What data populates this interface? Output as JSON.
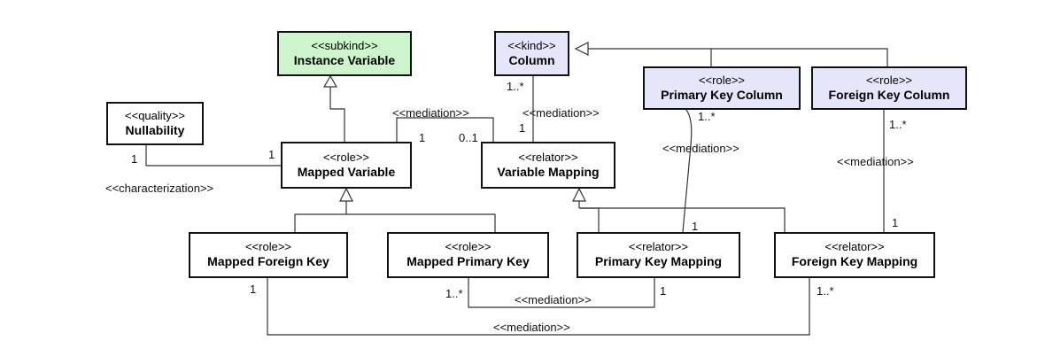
{
  "classes": {
    "instance_variable": {
      "stereotype": "<<subkind>>",
      "name": "Instance Variable"
    },
    "column": {
      "stereotype": "<<kind>>",
      "name": "Column"
    },
    "primary_key_column": {
      "stereotype": "<<role>>",
      "name": "Primary Key Column"
    },
    "foreign_key_column": {
      "stereotype": "<<role>>",
      "name": "Foreign Key Column"
    },
    "nullability": {
      "stereotype": "<<quality>>",
      "name": "Nullability"
    },
    "mapped_variable": {
      "stereotype": "<<role>>",
      "name": "Mapped Variable"
    },
    "variable_mapping": {
      "stereotype": "<<relator>>",
      "name": "Variable Mapping"
    },
    "mapped_foreign_key": {
      "stereotype": "<<role>>",
      "name": "Mapped Foreign Key"
    },
    "mapped_primary_key": {
      "stereotype": "<<role>>",
      "name": "Mapped Primary Key"
    },
    "primary_key_mapping": {
      "stereotype": "<<relator>>",
      "name": "Primary Key Mapping"
    },
    "foreign_key_mapping": {
      "stereotype": "<<relator>>",
      "name": "Foreign Key Mapping"
    }
  },
  "relations": {
    "characterization": "<<characterization>>",
    "mediation_mv_vm": "<<mediation>>",
    "mediation_col_vm": "<<mediation>>",
    "mediation_pkc_pkm": "<<mediation>>",
    "mediation_fkc_fkm": "<<mediation>>",
    "mediation_mpk_pkm": "<<mediation>>",
    "mediation_mfk_fkm": "<<mediation>>"
  },
  "multiplicities": {
    "nullability_end": "1",
    "mapped_variable_char_end": "1",
    "mapped_variable_med_end": "1",
    "variable_mapping_mv_end": "0..1",
    "variable_mapping_col_end": "1",
    "column_end": "1..*",
    "primary_key_column_end": "1..*",
    "primary_key_mapping_top_end": "1",
    "foreign_key_column_end": "1..*",
    "foreign_key_mapping_top_end": "1",
    "mapped_foreign_key_end": "1",
    "mapped_primary_key_end": "1..*",
    "primary_key_mapping_bottom_end": "1",
    "foreign_key_mapping_bottom_end": "1..*"
  }
}
